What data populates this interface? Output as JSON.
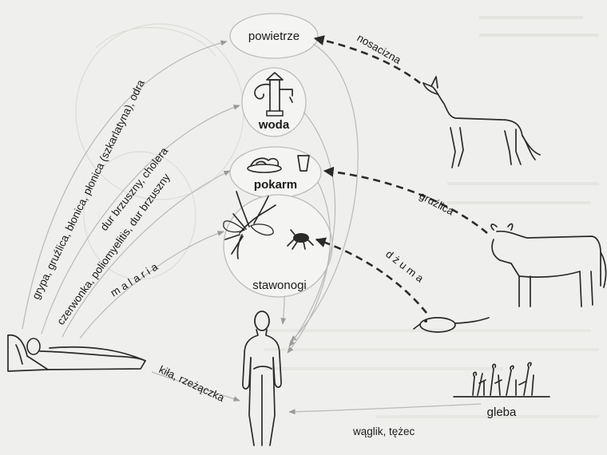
{
  "nodes": {
    "air": "powietrze",
    "water": "woda",
    "food": "pokarm",
    "arthropods": "stawonogi",
    "soil": "gleba"
  },
  "routes": {
    "airborne": "grypa, gruźlica, błonica, płonica (szkarlatyna), odra",
    "waterborne": "dur brzuszny, cholera",
    "foodborne": "czerwonka, poliomyelitis, dur brzuszny",
    "vector": "m a l a r i a",
    "contact": "kiła, rzeżączka",
    "soil": "wąglik, tężec",
    "horse": "nosacizna",
    "cow": "gruźlica",
    "rat": "d ż u m a"
  },
  "colors": {
    "background": "#efefed",
    "ink": "#2a2a2a",
    "thin_arrow": "#b9b9b9"
  }
}
